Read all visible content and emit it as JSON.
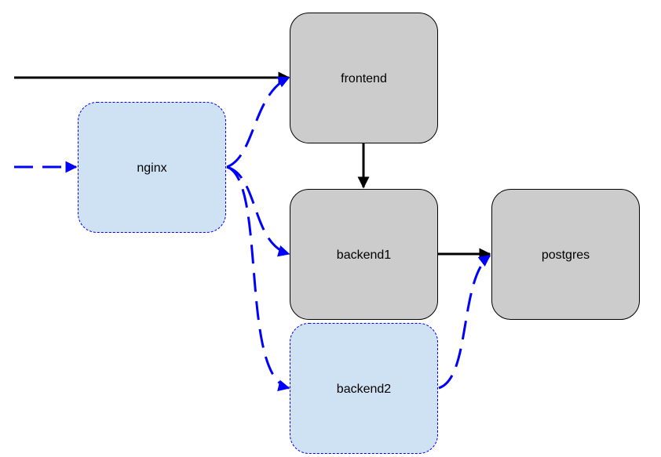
{
  "diagram": {
    "nodes": {
      "frontend": {
        "label": "frontend",
        "style": "solid"
      },
      "nginx": {
        "label": "nginx",
        "style": "dashed"
      },
      "backend1": {
        "label": "backend1",
        "style": "solid"
      },
      "backend2": {
        "label": "backend2",
        "style": "dashed"
      },
      "postgres": {
        "label": "postgres",
        "style": "solid"
      }
    },
    "edges": [
      {
        "from": "external",
        "to": "frontend",
        "style": "solid"
      },
      {
        "from": "external",
        "to": "nginx",
        "style": "dashed"
      },
      {
        "from": "nginx",
        "to": "frontend",
        "style": "dashed"
      },
      {
        "from": "nginx",
        "to": "backend1",
        "style": "dashed"
      },
      {
        "from": "nginx",
        "to": "backend2",
        "style": "dashed"
      },
      {
        "from": "frontend",
        "to": "backend1",
        "style": "solid"
      },
      {
        "from": "backend1",
        "to": "postgres",
        "style": "solid"
      },
      {
        "from": "backend2",
        "to": "postgres",
        "style": "dashed"
      }
    ],
    "colors": {
      "solid_node_fill": "#cccccc",
      "solid_node_stroke": "#000000",
      "dashed_node_fill": "#cfe2f3",
      "dashed_node_stroke": "#0000ff",
      "solid_edge": "#000000",
      "dashed_edge": "#0000ff"
    }
  }
}
